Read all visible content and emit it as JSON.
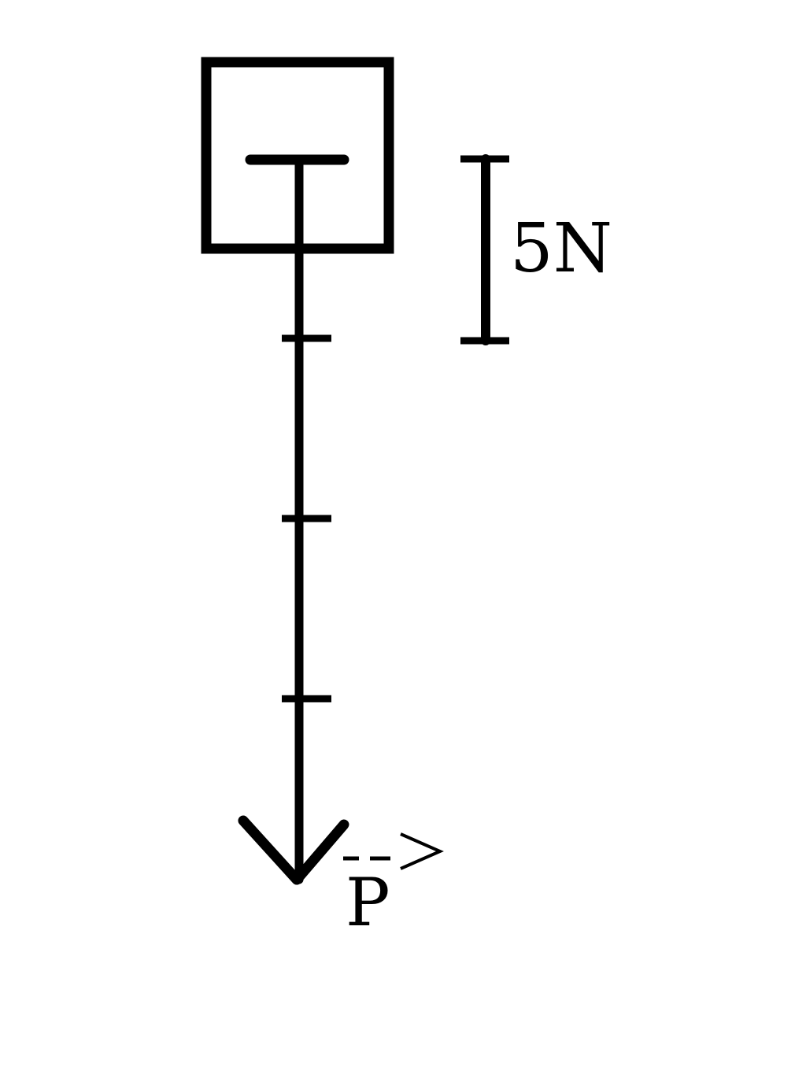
{
  "diagram": {
    "scale_label": "5N",
    "vector_label": "P",
    "vector_arrow_glyph": "->",
    "scale_value_newtons": 5,
    "vector_length_in_scale_units": 4,
    "stroke_color": "#000000",
    "background_color": "#ffffff"
  }
}
